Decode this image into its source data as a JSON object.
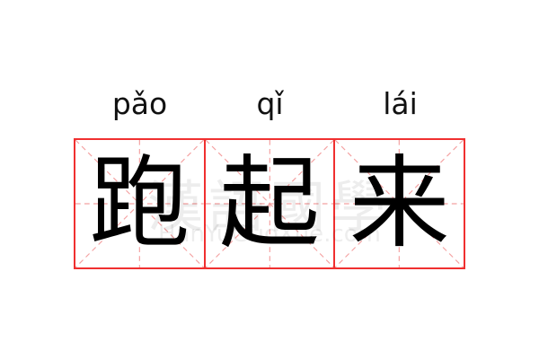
{
  "words": [
    {
      "pinyin": "pǎo",
      "char": "跑"
    },
    {
      "pinyin": "qǐ",
      "char": "起"
    },
    {
      "pinyin": "lái",
      "char": "来"
    }
  ],
  "watermark": {
    "chars": "漢語國學",
    "site": "HanYuGuoXue.com"
  },
  "colors": {
    "grid": "#f03030",
    "guide": "#f4a0a0"
  }
}
